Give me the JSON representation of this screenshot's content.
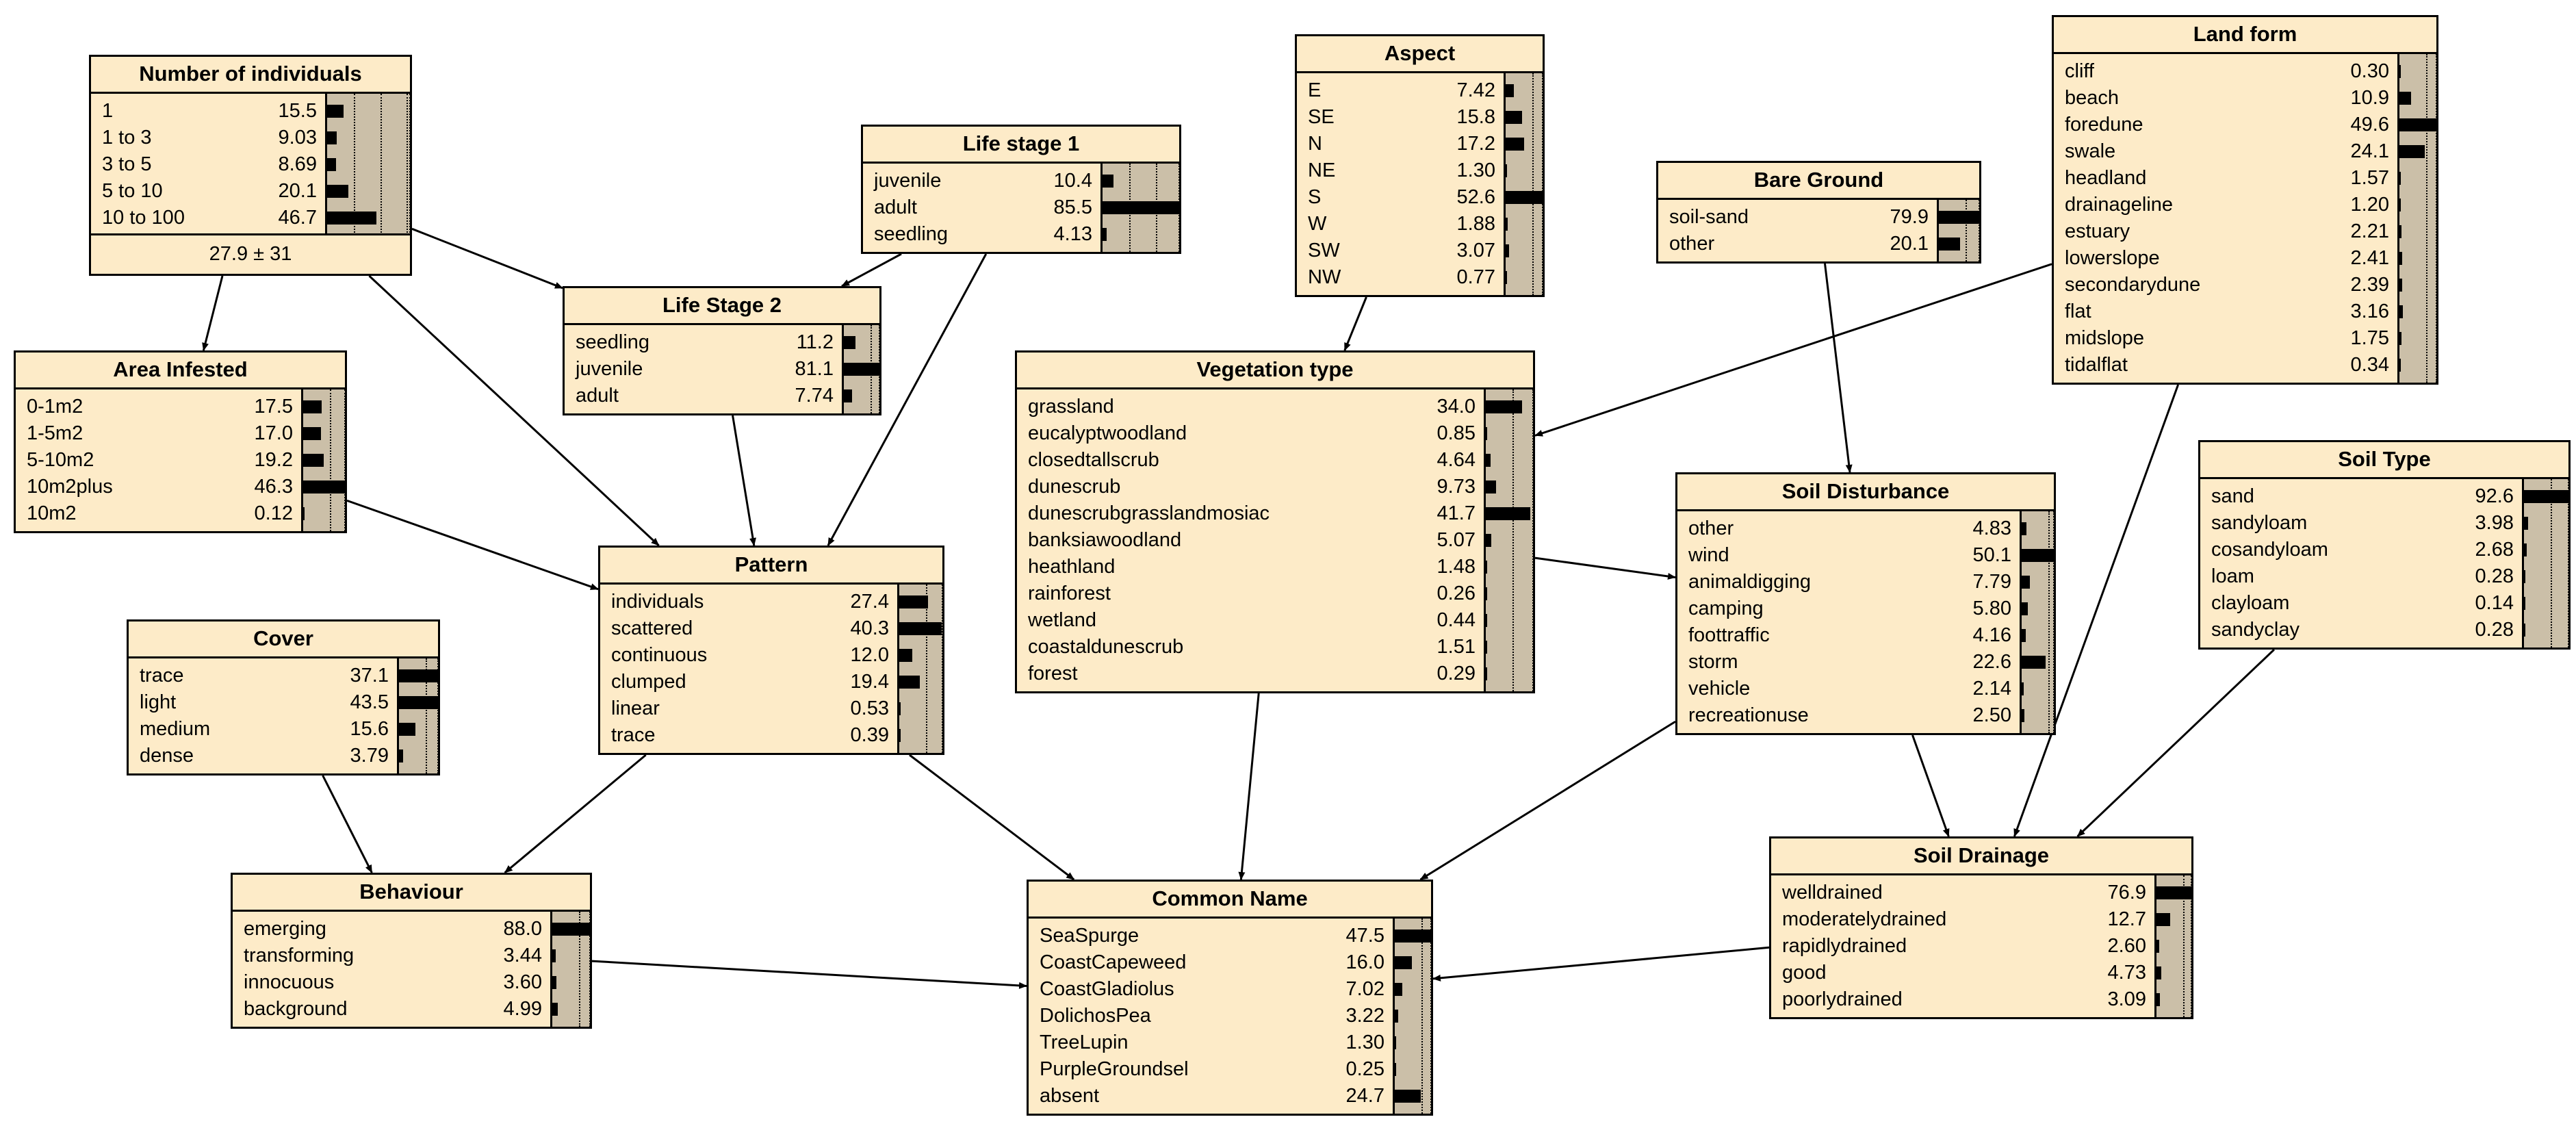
{
  "nodes": [
    {
      "id": "num_individuals",
      "title": "Number of individuals",
      "states": [
        {
          "label": "1",
          "value": "15.5"
        },
        {
          "label": "1 to 3",
          "value": "9.03"
        },
        {
          "label": "3 to 5",
          "value": "8.69"
        },
        {
          "label": "5 to 10",
          "value": "20.1"
        },
        {
          "label": "10 to 100",
          "value": "46.7"
        }
      ],
      "footer": "27.9 ± 31"
    },
    {
      "id": "life_stage_1",
      "title": "Life stage 1",
      "states": [
        {
          "label": "juvenile",
          "value": "10.4"
        },
        {
          "label": "adult",
          "value": "85.5"
        },
        {
          "label": "seedling",
          "value": "4.13"
        }
      ]
    },
    {
      "id": "aspect",
      "title": "Aspect",
      "states": [
        {
          "label": "E",
          "value": "7.42"
        },
        {
          "label": "SE",
          "value": "15.8"
        },
        {
          "label": "N",
          "value": "17.2"
        },
        {
          "label": "NE",
          "value": "1.30"
        },
        {
          "label": "S",
          "value": "52.6"
        },
        {
          "label": "W",
          "value": "1.88"
        },
        {
          "label": "SW",
          "value": "3.07"
        },
        {
          "label": "NW",
          "value": "0.77"
        }
      ]
    },
    {
      "id": "bare_ground",
      "title": "Bare Ground",
      "states": [
        {
          "label": "soil-sand",
          "value": "79.9"
        },
        {
          "label": "other",
          "value": "20.1"
        }
      ]
    },
    {
      "id": "land_form",
      "title": "Land form",
      "states": [
        {
          "label": "cliff",
          "value": "0.30"
        },
        {
          "label": "beach",
          "value": "10.9"
        },
        {
          "label": "foredune",
          "value": "49.6"
        },
        {
          "label": "swale",
          "value": "24.1"
        },
        {
          "label": "headland",
          "value": "1.57"
        },
        {
          "label": "drainageline",
          "value": "1.20"
        },
        {
          "label": "estuary",
          "value": "2.21"
        },
        {
          "label": "lowerslope",
          "value": "2.41"
        },
        {
          "label": "secondarydune",
          "value": "2.39"
        },
        {
          "label": "flat",
          "value": "3.16"
        },
        {
          "label": "midslope",
          "value": "1.75"
        },
        {
          "label": "tidalflat",
          "value": "0.34"
        }
      ]
    },
    {
      "id": "area_infested",
      "title": "Area Infested",
      "states": [
        {
          "label": "0-1m2",
          "value": "17.5"
        },
        {
          "label": "1-5m2",
          "value": "17.0"
        },
        {
          "label": "5-10m2",
          "value": "19.2"
        },
        {
          "label": "10m2plus",
          "value": "46.3"
        },
        {
          "label": "10m2",
          "value": "0.12"
        }
      ]
    },
    {
      "id": "life_stage_2",
      "title": "Life Stage 2",
      "states": [
        {
          "label": "seedling",
          "value": "11.2"
        },
        {
          "label": "juvenile",
          "value": "81.1"
        },
        {
          "label": "adult",
          "value": "7.74"
        }
      ]
    },
    {
      "id": "vegetation_type",
      "title": "Vegetation type",
      "states": [
        {
          "label": "grassland",
          "value": "34.0"
        },
        {
          "label": "eucalyptwoodland",
          "value": "0.85"
        },
        {
          "label": "closedtallscrub",
          "value": "4.64"
        },
        {
          "label": "dunescrub",
          "value": "9.73"
        },
        {
          "label": "dunescrubgrasslandmosiac",
          "value": "41.7"
        },
        {
          "label": "banksiawoodland",
          "value": "5.07"
        },
        {
          "label": "heathland",
          "value": "1.48"
        },
        {
          "label": "rainforest",
          "value": "0.26"
        },
        {
          "label": "wetland",
          "value": "0.44"
        },
        {
          "label": "coastaldunescrub",
          "value": "1.51"
        },
        {
          "label": "forest",
          "value": "0.29"
        }
      ]
    },
    {
      "id": "soil_disturbance",
      "title": "Soil Disturbance",
      "states": [
        {
          "label": "other",
          "value": "4.83"
        },
        {
          "label": "wind",
          "value": "50.1"
        },
        {
          "label": "animaldigging",
          "value": "7.79"
        },
        {
          "label": "camping",
          "value": "5.80"
        },
        {
          "label": "foottraffic",
          "value": "4.16"
        },
        {
          "label": "storm",
          "value": "22.6"
        },
        {
          "label": "vehicle",
          "value": "2.14"
        },
        {
          "label": "recreationuse",
          "value": "2.50"
        }
      ]
    },
    {
      "id": "soil_type",
      "title": "Soil Type",
      "states": [
        {
          "label": "sand",
          "value": "92.6"
        },
        {
          "label": "sandyloam",
          "value": "3.98"
        },
        {
          "label": "cosandyloam",
          "value": "2.68"
        },
        {
          "label": "loam",
          "value": "0.28"
        },
        {
          "label": "clayloam",
          "value": "0.14"
        },
        {
          "label": "sandyclay",
          "value": "0.28"
        }
      ]
    },
    {
      "id": "pattern",
      "title": "Pattern",
      "states": [
        {
          "label": "individuals",
          "value": "27.4"
        },
        {
          "label": "scattered",
          "value": "40.3"
        },
        {
          "label": "continuous",
          "value": "12.0"
        },
        {
          "label": "clumped",
          "value": "19.4"
        },
        {
          "label": "linear",
          "value": "0.53"
        },
        {
          "label": "trace",
          "value": "0.39"
        }
      ]
    },
    {
      "id": "cover",
      "title": "Cover",
      "states": [
        {
          "label": "trace",
          "value": "37.1"
        },
        {
          "label": "light",
          "value": "43.5"
        },
        {
          "label": "medium",
          "value": "15.6"
        },
        {
          "label": "dense",
          "value": "3.79"
        }
      ]
    },
    {
      "id": "behaviour",
      "title": "Behaviour",
      "states": [
        {
          "label": "emerging",
          "value": "88.0"
        },
        {
          "label": "transforming",
          "value": "3.44"
        },
        {
          "label": "innocuous",
          "value": "3.60"
        },
        {
          "label": "background",
          "value": "4.99"
        }
      ]
    },
    {
      "id": "common_name",
      "title": "Common Name",
      "states": [
        {
          "label": "SeaSpurge",
          "value": "47.5"
        },
        {
          "label": "CoastCapeweed",
          "value": "16.0"
        },
        {
          "label": "CoastGladiolus",
          "value": "7.02"
        },
        {
          "label": "DolichosPea",
          "value": "3.22"
        },
        {
          "label": "TreeLupin",
          "value": "1.30"
        },
        {
          "label": "PurpleGroundsel",
          "value": "0.25"
        },
        {
          "label": "absent",
          "value": "24.7"
        }
      ]
    },
    {
      "id": "soil_drainage",
      "title": "Soil Drainage",
      "states": [
        {
          "label": "welldrained",
          "value": "76.9"
        },
        {
          "label": "moderatelydrained",
          "value": "12.7"
        },
        {
          "label": "rapidlydrained",
          "value": "2.60"
        },
        {
          "label": "good",
          "value": "4.73"
        },
        {
          "label": "poorlydrained",
          "value": "3.09"
        }
      ]
    }
  ],
  "edges": [
    [
      "num_individuals",
      "area_infested"
    ],
    [
      "num_individuals",
      "life_stage_2"
    ],
    [
      "num_individuals",
      "pattern"
    ],
    [
      "life_stage_1",
      "life_stage_2"
    ],
    [
      "life_stage_1",
      "pattern"
    ],
    [
      "life_stage_2",
      "pattern"
    ],
    [
      "area_infested",
      "pattern"
    ],
    [
      "aspect",
      "vegetation_type"
    ],
    [
      "land_form",
      "vegetation_type"
    ],
    [
      "land_form",
      "soil_drainage"
    ],
    [
      "bare_ground",
      "soil_disturbance"
    ],
    [
      "vegetation_type",
      "soil_disturbance"
    ],
    [
      "vegetation_type",
      "common_name"
    ],
    [
      "soil_disturbance",
      "common_name"
    ],
    [
      "soil_disturbance",
      "soil_drainage"
    ],
    [
      "soil_type",
      "soil_drainage"
    ],
    [
      "pattern",
      "behaviour"
    ],
    [
      "pattern",
      "common_name"
    ],
    [
      "cover",
      "behaviour"
    ],
    [
      "behaviour",
      "common_name"
    ],
    [
      "soil_drainage",
      "common_name"
    ]
  ]
}
